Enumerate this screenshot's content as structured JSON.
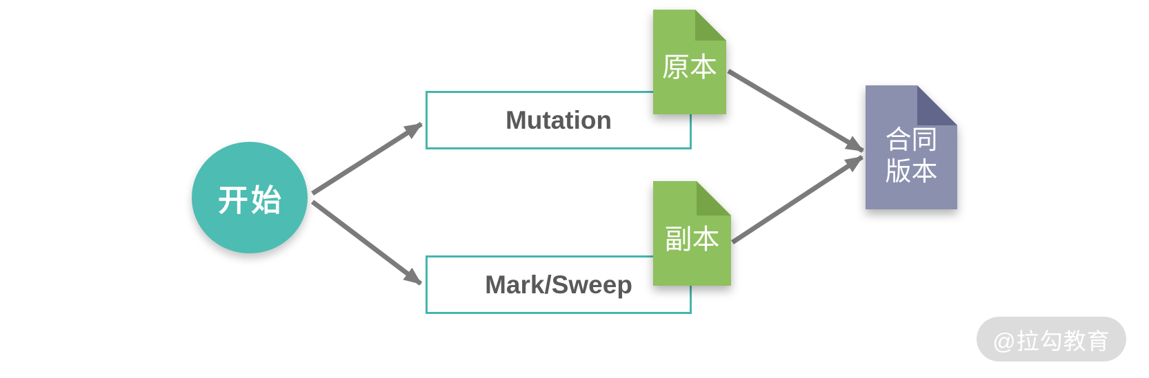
{
  "diagram": {
    "start_node": {
      "label": "开始"
    },
    "process_boxes": [
      {
        "label": "Mutation"
      },
      {
        "label": "Mark/Sweep"
      }
    ],
    "documents": [
      {
        "label": "原本"
      },
      {
        "label": "副本"
      },
      {
        "label": "合同\n版本"
      }
    ],
    "watermark": {
      "label": "@拉勾教育"
    }
  },
  "colors": {
    "start_circle": "#4dbcb2",
    "process_border": "#45b5ac",
    "process_text": "#595959",
    "doc_green": "#8fc05e",
    "doc_green_fold": "#78a448",
    "doc_purple": "#8b90ae",
    "doc_purple_fold": "#62668b",
    "arrow": "#7b7b7b",
    "watermark_bg": "#dcdcdc",
    "watermark_text": "#ffffff"
  }
}
